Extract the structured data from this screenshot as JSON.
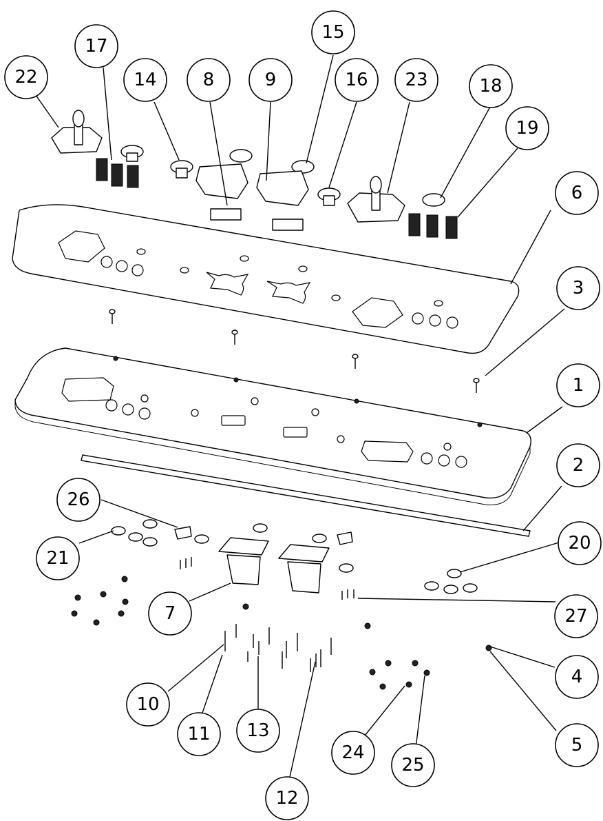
{
  "diagram": {
    "type": "exploded-assembly",
    "balloons": [
      {
        "id": "1",
        "label": "1"
      },
      {
        "id": "2",
        "label": "2"
      },
      {
        "id": "3",
        "label": "3"
      },
      {
        "id": "4",
        "label": "4"
      },
      {
        "id": "5",
        "label": "5"
      },
      {
        "id": "6",
        "label": "6"
      },
      {
        "id": "7",
        "label": "7"
      },
      {
        "id": "8",
        "label": "8"
      },
      {
        "id": "9",
        "label": "9"
      },
      {
        "id": "10",
        "label": "10"
      },
      {
        "id": "11",
        "label": "11"
      },
      {
        "id": "12",
        "label": "12"
      },
      {
        "id": "13",
        "label": "13"
      },
      {
        "id": "14",
        "label": "14"
      },
      {
        "id": "15",
        "label": "15"
      },
      {
        "id": "16",
        "label": "16"
      },
      {
        "id": "17",
        "label": "17"
      },
      {
        "id": "18",
        "label": "18"
      },
      {
        "id": "19",
        "label": "19"
      },
      {
        "id": "20",
        "label": "20"
      },
      {
        "id": "21",
        "label": "21"
      },
      {
        "id": "22",
        "label": "22"
      },
      {
        "id": "23",
        "label": "23"
      },
      {
        "id": "24",
        "label": "24"
      },
      {
        "id": "25",
        "label": "25"
      },
      {
        "id": "26",
        "label": "26"
      },
      {
        "id": "27",
        "label": "27"
      }
    ]
  }
}
